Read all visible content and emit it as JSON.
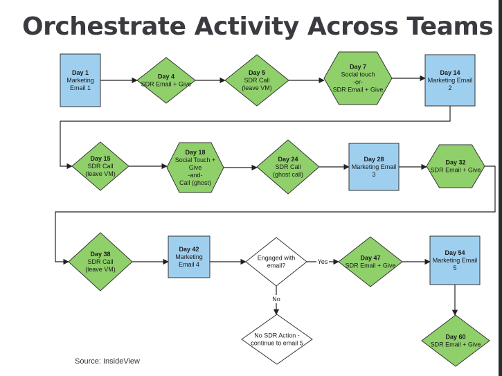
{
  "title": "Orchestrate Activity Across Teams",
  "source": "Source: InsideView",
  "colors": {
    "email": "#9ecfef",
    "sdr": "#8fd06a",
    "decision": "#ffffff",
    "stroke": "#333333"
  },
  "nodes": [
    {
      "id": "day1",
      "type": "email",
      "lines": [
        "Day 1",
        "Marketing",
        "Email 1"
      ]
    },
    {
      "id": "day4",
      "type": "sdr",
      "lines": [
        "Day 4",
        "SDR Email + Give"
      ]
    },
    {
      "id": "day5",
      "type": "sdr",
      "lines": [
        "Day 5",
        "SDR Call",
        "(leave VM)"
      ]
    },
    {
      "id": "day7",
      "type": "sdr",
      "lines": [
        "Day 7",
        "Social touch",
        "-or-",
        "SDR Email + Give"
      ]
    },
    {
      "id": "day14",
      "type": "email",
      "lines": [
        "Day 14",
        "Marketing Email",
        "2"
      ]
    },
    {
      "id": "day15",
      "type": "sdr",
      "lines": [
        "Day 15",
        "SDR Call",
        "(leave VM)"
      ]
    },
    {
      "id": "day18",
      "type": "sdr",
      "lines": [
        "Day 18",
        "Social Touch +",
        "Give",
        "-and-",
        "Call (ghost)"
      ]
    },
    {
      "id": "day24",
      "type": "sdr",
      "lines": [
        "Day 24",
        "SDR Call",
        "(ghost call)"
      ]
    },
    {
      "id": "day28",
      "type": "email",
      "lines": [
        "Day 28",
        "Marketing Email",
        "3"
      ]
    },
    {
      "id": "day32",
      "type": "sdr",
      "lines": [
        "Day 32",
        "SDR Email + Give"
      ]
    },
    {
      "id": "day38",
      "type": "sdr",
      "lines": [
        "Day 38",
        "SDR Call",
        "(leave VM)"
      ]
    },
    {
      "id": "day42",
      "type": "email",
      "lines": [
        "Day 42",
        "Marketing",
        "Email 4"
      ]
    },
    {
      "id": "decision",
      "type": "decision",
      "lines": [
        "Engaged with",
        "email?"
      ]
    },
    {
      "id": "day47",
      "type": "sdr",
      "lines": [
        "Day 47",
        "SDR Email + Give"
      ]
    },
    {
      "id": "day54",
      "type": "email",
      "lines": [
        "Day 54",
        "Marketing Email",
        "5"
      ]
    },
    {
      "id": "noaction",
      "type": "decision",
      "lines": [
        "No SDR Action -",
        "continue to email 5"
      ]
    },
    {
      "id": "day60",
      "type": "sdr",
      "lines": [
        "Day 60",
        "SDR Email + Give"
      ]
    }
  ],
  "edges": [
    {
      "from": "day1",
      "to": "day4",
      "label": ""
    },
    {
      "from": "day4",
      "to": "day5",
      "label": ""
    },
    {
      "from": "day5",
      "to": "day7",
      "label": ""
    },
    {
      "from": "day7",
      "to": "day14",
      "label": ""
    },
    {
      "from": "day14",
      "to": "day15",
      "label": ""
    },
    {
      "from": "day15",
      "to": "day18",
      "label": ""
    },
    {
      "from": "day18",
      "to": "day24",
      "label": ""
    },
    {
      "from": "day24",
      "to": "day28",
      "label": ""
    },
    {
      "from": "day28",
      "to": "day32",
      "label": ""
    },
    {
      "from": "day32",
      "to": "day38",
      "label": ""
    },
    {
      "from": "day38",
      "to": "day42",
      "label": ""
    },
    {
      "from": "day42",
      "to": "decision",
      "label": ""
    },
    {
      "from": "decision",
      "to": "day47",
      "label": "Yes"
    },
    {
      "from": "decision",
      "to": "noaction",
      "label": "No"
    },
    {
      "from": "day47",
      "to": "day54",
      "label": ""
    },
    {
      "from": "day54",
      "to": "day60",
      "label": ""
    }
  ]
}
